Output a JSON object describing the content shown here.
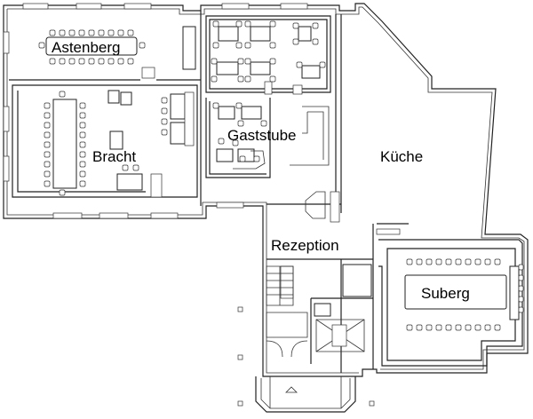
{
  "rooms": {
    "astenberg": "Astenberg",
    "bracht": "Bracht",
    "gaststube": "Gaststube",
    "kueche": "Küche",
    "rezeption": "Rezeption",
    "suberg": "Suberg"
  }
}
